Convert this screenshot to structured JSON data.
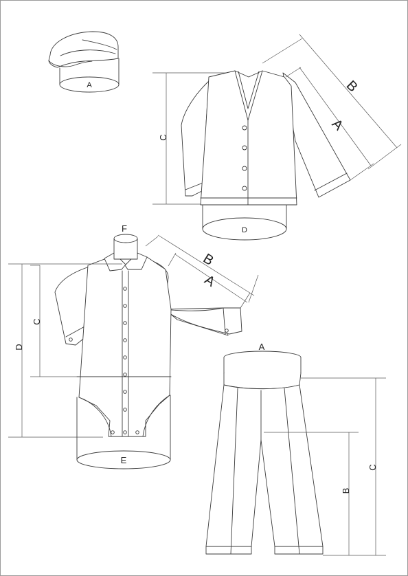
{
  "cap": {
    "label_a": "A"
  },
  "cardigan": {
    "label_a": "A",
    "label_b": "B",
    "label_c": "C",
    "label_d": "D"
  },
  "romper": {
    "label_a": "A",
    "label_b": "B",
    "label_c": "C",
    "label_d": "D",
    "label_e": "E",
    "label_f": "F"
  },
  "trousers": {
    "label_a": "A",
    "label_b": "B",
    "label_c": "C"
  },
  "colors": {
    "line": "#3a3a3a",
    "background": "#ffffff",
    "frame": "#9a9a9a"
  }
}
